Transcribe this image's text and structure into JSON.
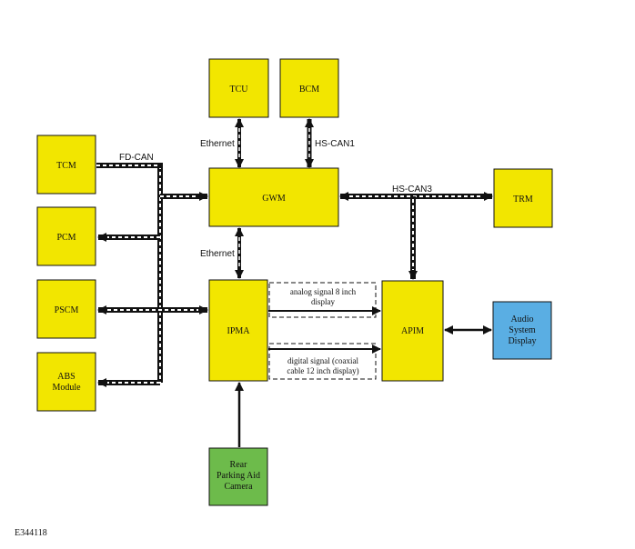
{
  "figure_id": "E344118",
  "colors": {
    "module": "#f2e600",
    "display": "#5aaee3",
    "camera": "#6dbb4b",
    "stroke": "#111111"
  },
  "modules": {
    "tcu": "TCU",
    "bcm": "BCM",
    "tcm": "TCM",
    "pcm": "PCM",
    "pscm": "PSCM",
    "abs": [
      "ABS",
      "Module"
    ],
    "gwm": "GWM",
    "trm": "TRM",
    "ipma": "IPMA",
    "apim": "APIM",
    "display": [
      "Audio",
      "System",
      "Display"
    ],
    "camera": [
      "Rear",
      "Parking Aid",
      "Camera"
    ]
  },
  "networks": {
    "fd_can": "FD-CAN",
    "hs_can1": "HS-CAN1",
    "hs_can3": "HS-CAN3",
    "ethernet_top": "Ethernet",
    "ethernet_bottom": "Ethernet"
  },
  "signals": {
    "analog": [
      "analog signal 8 inch",
      "display"
    ],
    "digital": [
      "digital signal (coaxial",
      "cable 12 inch display)"
    ]
  }
}
